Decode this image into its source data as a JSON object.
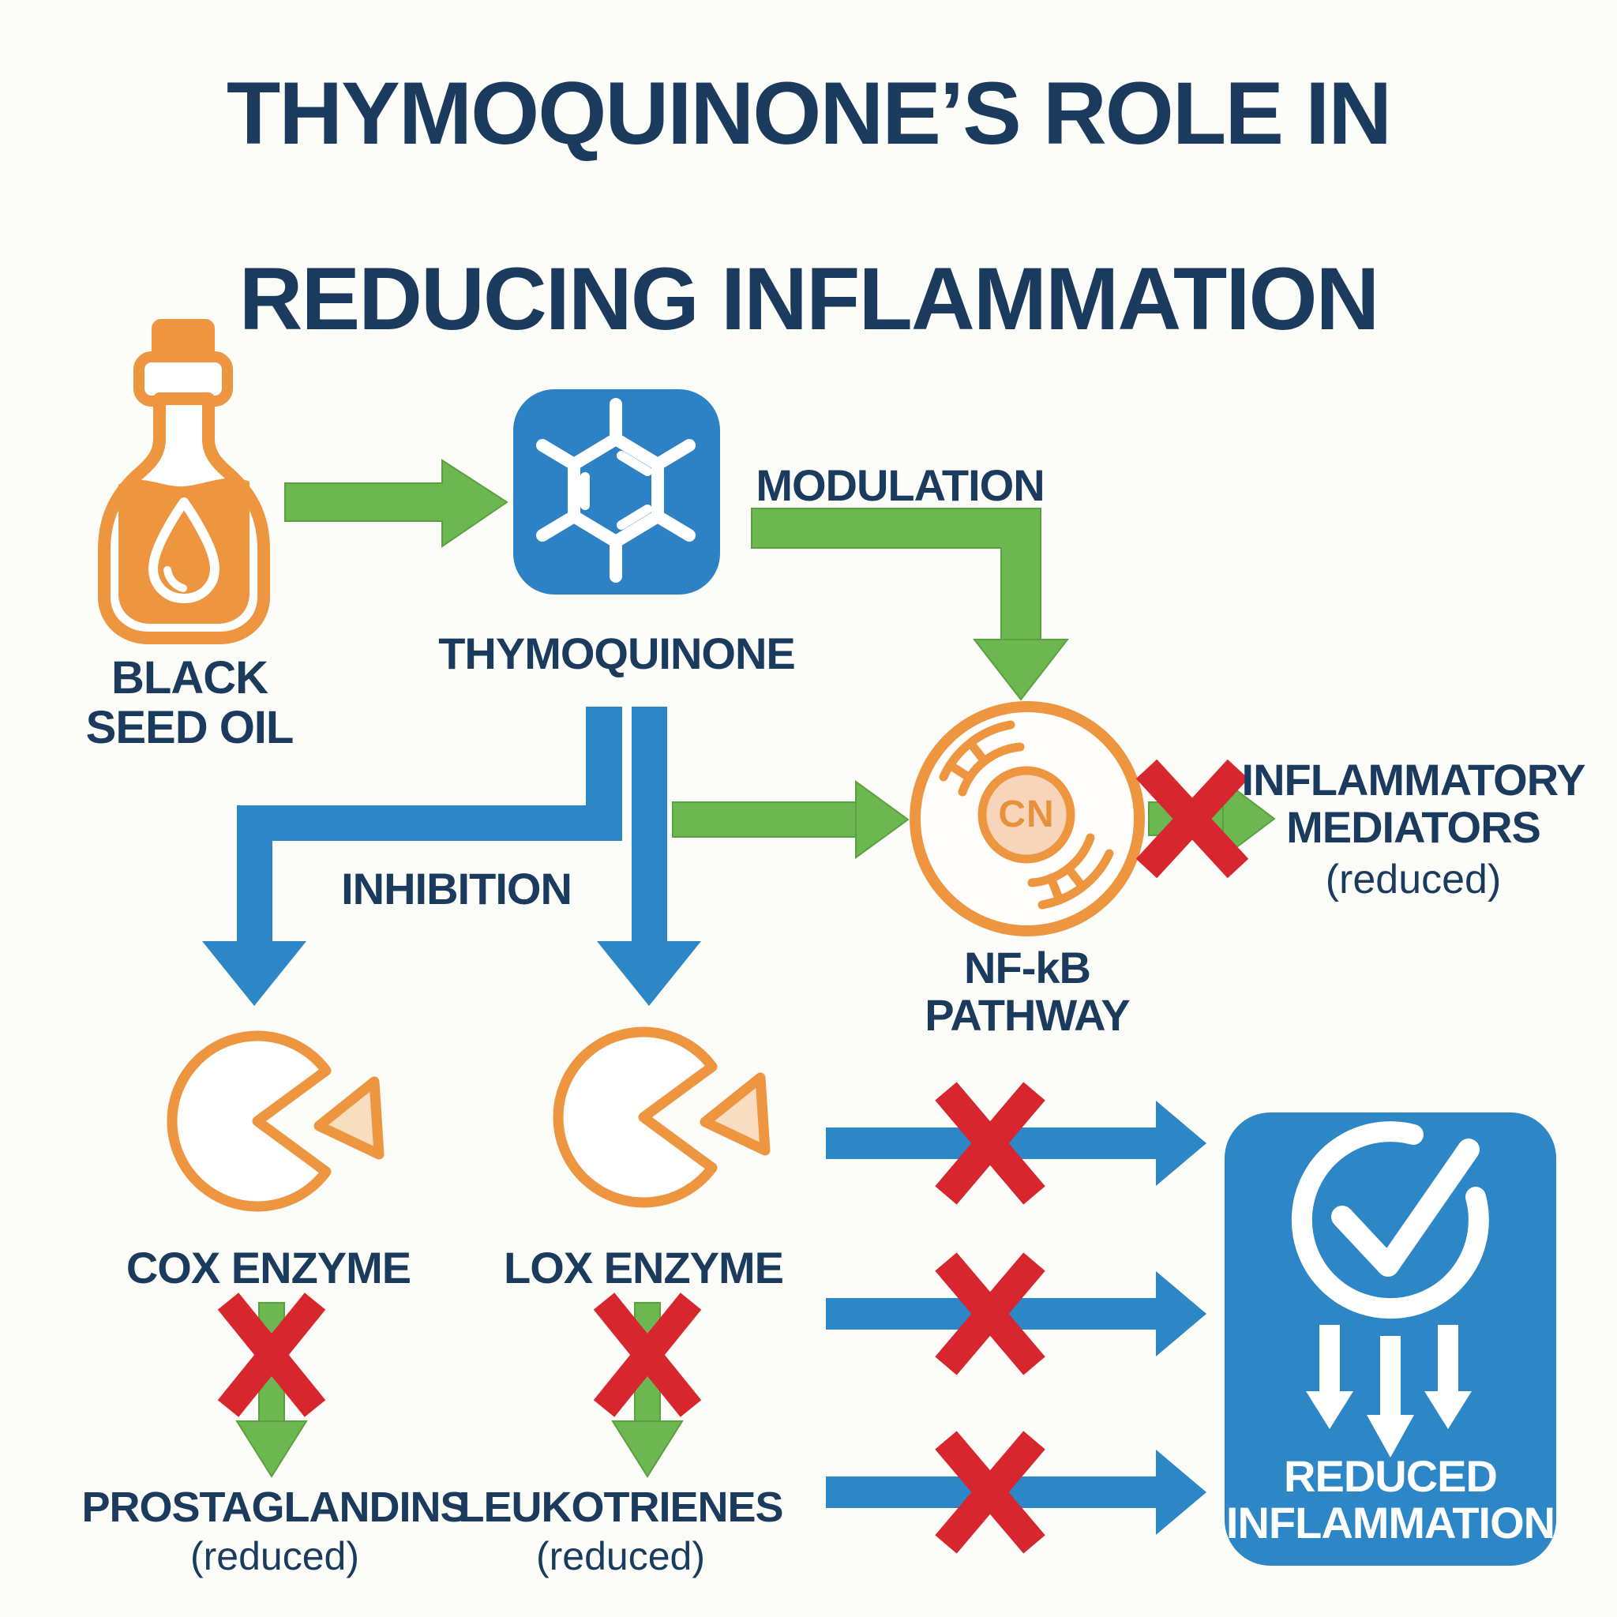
{
  "title": {
    "line1": "THYMOQUINONE’S ROLE IN",
    "line2": "REDUCING INFLAMMATION"
  },
  "nodes": {
    "black_seed_oil": {
      "label": "BLACK\nSEED OIL",
      "icon": "oil-bottle-icon"
    },
    "thymoquinone": {
      "label": "THYMOQUINONE",
      "icon": "molecule-icon"
    },
    "nfkb": {
      "label": "NF-kB\nPATHWAY",
      "icon": "cell-nucleus-icon",
      "nucleus_text": "CN"
    },
    "inflammatory_mediators": {
      "label": "INFLAMMATORY\nMEDIATORS",
      "status": "(reduced)"
    },
    "cox": {
      "label": "COX ENZYME",
      "icon": "pacman-enzyme-icon"
    },
    "lox": {
      "label": "LOX ENZYME",
      "icon": "pacman-enzyme-icon"
    },
    "prostaglandins": {
      "label": "PROSTAGLANDINS",
      "status": "(reduced)"
    },
    "leukotrienes": {
      "label": "LEUKOTRIENES",
      "status": "(reduced)"
    },
    "reduced_inflammation": {
      "label": "REDUCED\nINFLAMMATION",
      "icon": "check-circle-down-arrows-icon"
    }
  },
  "edges": {
    "modulation_label": "MODULATION",
    "inhibition_label": "INHIBITION"
  },
  "colors": {
    "background": "#fcfcf9",
    "navy": "#1b3b5e",
    "blue": "#2d86c5",
    "green": "#6db750",
    "orange": "#ee9540",
    "orange_light": "#f8d5ba",
    "red": "#d7262e",
    "white": "#ffffff"
  }
}
